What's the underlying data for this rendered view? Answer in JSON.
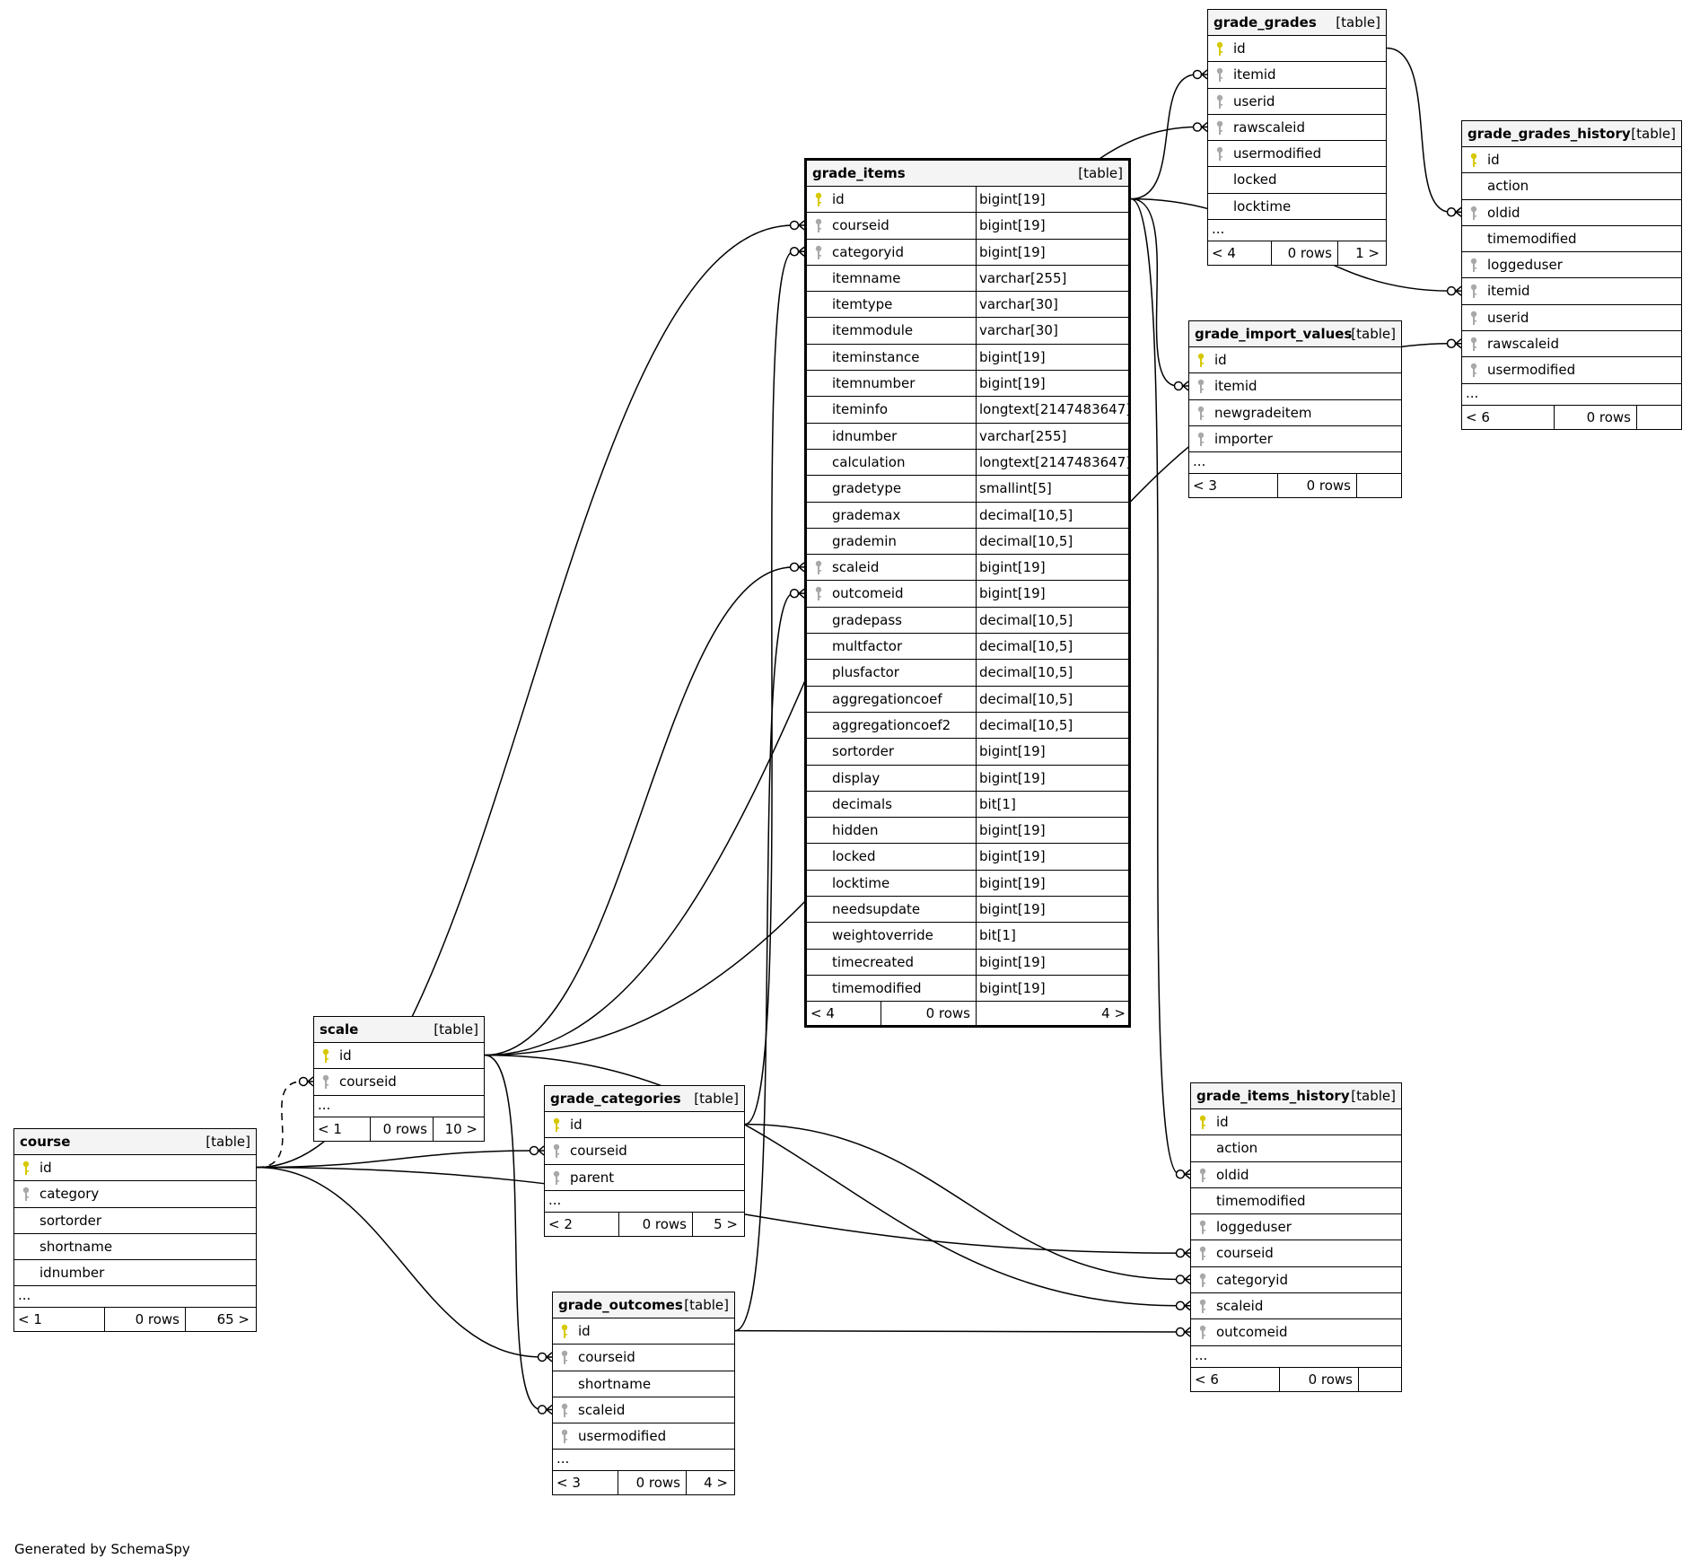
{
  "footer": "Generated by SchemaSpy",
  "icons": {
    "pk": "primary-key-icon",
    "fk": "foreign-key-icon"
  },
  "colors": {
    "pk_key": "#d6c800",
    "fk_key": "#a8a8a8",
    "header_bg": "#f4f4f4",
    "line": "#000000"
  },
  "tables": [
    {
      "id": "grade_items",
      "name": "grade_items",
      "type": "[table]",
      "focus": true,
      "typed": true,
      "columns": [
        {
          "name": "id",
          "type": "bigint[19]",
          "key": "pk"
        },
        {
          "name": "courseid",
          "type": "bigint[19]",
          "key": "fk"
        },
        {
          "name": "categoryid",
          "type": "bigint[19]",
          "key": "fk"
        },
        {
          "name": "itemname",
          "type": "varchar[255]",
          "key": ""
        },
        {
          "name": "itemtype",
          "type": "varchar[30]",
          "key": ""
        },
        {
          "name": "itemmodule",
          "type": "varchar[30]",
          "key": ""
        },
        {
          "name": "iteminstance",
          "type": "bigint[19]",
          "key": ""
        },
        {
          "name": "itemnumber",
          "type": "bigint[19]",
          "key": ""
        },
        {
          "name": "iteminfo",
          "type": "longtext[2147483647]",
          "key": ""
        },
        {
          "name": "idnumber",
          "type": "varchar[255]",
          "key": ""
        },
        {
          "name": "calculation",
          "type": "longtext[2147483647]",
          "key": ""
        },
        {
          "name": "gradetype",
          "type": "smallint[5]",
          "key": ""
        },
        {
          "name": "grademax",
          "type": "decimal[10,5]",
          "key": ""
        },
        {
          "name": "grademin",
          "type": "decimal[10,5]",
          "key": ""
        },
        {
          "name": "scaleid",
          "type": "bigint[19]",
          "key": "fk"
        },
        {
          "name": "outcomeid",
          "type": "bigint[19]",
          "key": "fk"
        },
        {
          "name": "gradepass",
          "type": "decimal[10,5]",
          "key": ""
        },
        {
          "name": "multfactor",
          "type": "decimal[10,5]",
          "key": ""
        },
        {
          "name": "plusfactor",
          "type": "decimal[10,5]",
          "key": ""
        },
        {
          "name": "aggregationcoef",
          "type": "decimal[10,5]",
          "key": ""
        },
        {
          "name": "aggregationcoef2",
          "type": "decimal[10,5]",
          "key": ""
        },
        {
          "name": "sortorder",
          "type": "bigint[19]",
          "key": ""
        },
        {
          "name": "display",
          "type": "bigint[19]",
          "key": ""
        },
        {
          "name": "decimals",
          "type": "bit[1]",
          "key": ""
        },
        {
          "name": "hidden",
          "type": "bigint[19]",
          "key": ""
        },
        {
          "name": "locked",
          "type": "bigint[19]",
          "key": ""
        },
        {
          "name": "locktime",
          "type": "bigint[19]",
          "key": ""
        },
        {
          "name": "needsupdate",
          "type": "bigint[19]",
          "key": ""
        },
        {
          "name": "weightoverride",
          "type": "bit[1]",
          "key": ""
        },
        {
          "name": "timecreated",
          "type": "bigint[19]",
          "key": ""
        },
        {
          "name": "timemodified",
          "type": "bigint[19]",
          "key": ""
        }
      ],
      "ellipsis": false,
      "footer": {
        "parents": "< 4",
        "rows": "0 rows",
        "children": "4 >"
      }
    },
    {
      "id": "grade_grades",
      "name": "grade_grades",
      "type": "[table]",
      "columns": [
        {
          "name": "id",
          "key": "pk"
        },
        {
          "name": "itemid",
          "key": "fk"
        },
        {
          "name": "userid",
          "key": "fk"
        },
        {
          "name": "rawscaleid",
          "key": "fk"
        },
        {
          "name": "usermodified",
          "key": "fk"
        },
        {
          "name": "locked",
          "key": ""
        },
        {
          "name": "locktime",
          "key": ""
        }
      ],
      "ellipsis": true,
      "footer": {
        "parents": "< 4",
        "rows": "0 rows",
        "children": "1 >"
      }
    },
    {
      "id": "grade_grades_history",
      "name": "grade_grades_history",
      "type": "[table]",
      "columns": [
        {
          "name": "id",
          "key": "pk"
        },
        {
          "name": "action",
          "key": ""
        },
        {
          "name": "oldid",
          "key": "fk"
        },
        {
          "name": "timemodified",
          "key": ""
        },
        {
          "name": "loggeduser",
          "key": "fk"
        },
        {
          "name": "itemid",
          "key": "fk"
        },
        {
          "name": "userid",
          "key": "fk"
        },
        {
          "name": "rawscaleid",
          "key": "fk"
        },
        {
          "name": "usermodified",
          "key": "fk"
        }
      ],
      "ellipsis": true,
      "footer": {
        "parents": "< 6",
        "rows": "0 rows",
        "children": ""
      }
    },
    {
      "id": "grade_import_values",
      "name": "grade_import_values",
      "type": "[table]",
      "columns": [
        {
          "name": "id",
          "key": "pk"
        },
        {
          "name": "itemid",
          "key": "fk"
        },
        {
          "name": "newgradeitem",
          "key": "fk"
        },
        {
          "name": "importer",
          "key": "fk"
        }
      ],
      "ellipsis": true,
      "footer": {
        "parents": "< 3",
        "rows": "0 rows",
        "children": ""
      }
    },
    {
      "id": "grade_items_history",
      "name": "grade_items_history",
      "type": "[table]",
      "columns": [
        {
          "name": "id",
          "key": "pk"
        },
        {
          "name": "action",
          "key": ""
        },
        {
          "name": "oldid",
          "key": "fk"
        },
        {
          "name": "timemodified",
          "key": ""
        },
        {
          "name": "loggeduser",
          "key": "fk"
        },
        {
          "name": "courseid",
          "key": "fk"
        },
        {
          "name": "categoryid",
          "key": "fk"
        },
        {
          "name": "scaleid",
          "key": "fk"
        },
        {
          "name": "outcomeid",
          "key": "fk"
        }
      ],
      "ellipsis": true,
      "footer": {
        "parents": "< 6",
        "rows": "0 rows",
        "children": ""
      }
    },
    {
      "id": "scale",
      "name": "scale",
      "type": "[table]",
      "columns": [
        {
          "name": "id",
          "key": "pk"
        },
        {
          "name": "courseid",
          "key": "fk"
        }
      ],
      "ellipsis": true,
      "footer": {
        "parents": "< 1",
        "rows": "0 rows",
        "children": "10 >"
      }
    },
    {
      "id": "grade_categories",
      "name": "grade_categories",
      "type": "[table]",
      "columns": [
        {
          "name": "id",
          "key": "pk"
        },
        {
          "name": "courseid",
          "key": "fk"
        },
        {
          "name": "parent",
          "key": "fk"
        }
      ],
      "ellipsis": true,
      "footer": {
        "parents": "< 2",
        "rows": "0 rows",
        "children": "5 >"
      }
    },
    {
      "id": "grade_outcomes",
      "name": "grade_outcomes",
      "type": "[table]",
      "columns": [
        {
          "name": "id",
          "key": "pk"
        },
        {
          "name": "courseid",
          "key": "fk"
        },
        {
          "name": "shortname",
          "key": ""
        },
        {
          "name": "scaleid",
          "key": "fk"
        },
        {
          "name": "usermodified",
          "key": "fk"
        }
      ],
      "ellipsis": true,
      "footer": {
        "parents": "< 3",
        "rows": "0 rows",
        "children": "4 >"
      }
    },
    {
      "id": "course",
      "name": "course",
      "type": "[table]",
      "columns": [
        {
          "name": "id",
          "key": "pk"
        },
        {
          "name": "category",
          "key": "fk"
        },
        {
          "name": "sortorder",
          "key": ""
        },
        {
          "name": "shortname",
          "key": ""
        },
        {
          "name": "idnumber",
          "key": ""
        }
      ],
      "ellipsis": true,
      "footer": {
        "parents": "< 1",
        "rows": "0 rows",
        "children": "65 >"
      }
    }
  ],
  "relationships": [
    {
      "from": "grade_items.id",
      "to": "grade_grades.itemid"
    },
    {
      "from": "grade_items.id",
      "to": "grade_grades_history.itemid"
    },
    {
      "from": "grade_items.id",
      "to": "grade_import_values.itemid"
    },
    {
      "from": "grade_items.id",
      "to": "grade_items_history.oldid"
    },
    {
      "from": "grade_grades.id",
      "to": "grade_grades_history.oldid"
    },
    {
      "from": "scale.id",
      "to": "grade_grades.rawscaleid"
    },
    {
      "from": "scale.id",
      "to": "grade_grades_history.rawscaleid"
    },
    {
      "from": "scale.id",
      "to": "grade_items.scaleid"
    },
    {
      "from": "scale.id",
      "to": "grade_items_history.scaleid"
    },
    {
      "from": "scale.id",
      "to": "grade_outcomes.scaleid"
    },
    {
      "from": "course.id",
      "to": "scale.courseid",
      "dashed": true
    },
    {
      "from": "course.id",
      "to": "grade_items.courseid"
    },
    {
      "from": "course.id",
      "to": "grade_categories.courseid"
    },
    {
      "from": "course.id",
      "to": "grade_outcomes.courseid"
    },
    {
      "from": "course.id",
      "to": "grade_items_history.courseid"
    },
    {
      "from": "grade_categories.id",
      "to": "grade_items.categoryid"
    },
    {
      "from": "grade_categories.id",
      "to": "grade_items_history.categoryid"
    },
    {
      "from": "grade_outcomes.id",
      "to": "grade_items.outcomeid"
    },
    {
      "from": "grade_outcomes.id",
      "to": "grade_items_history.outcomeid"
    }
  ]
}
